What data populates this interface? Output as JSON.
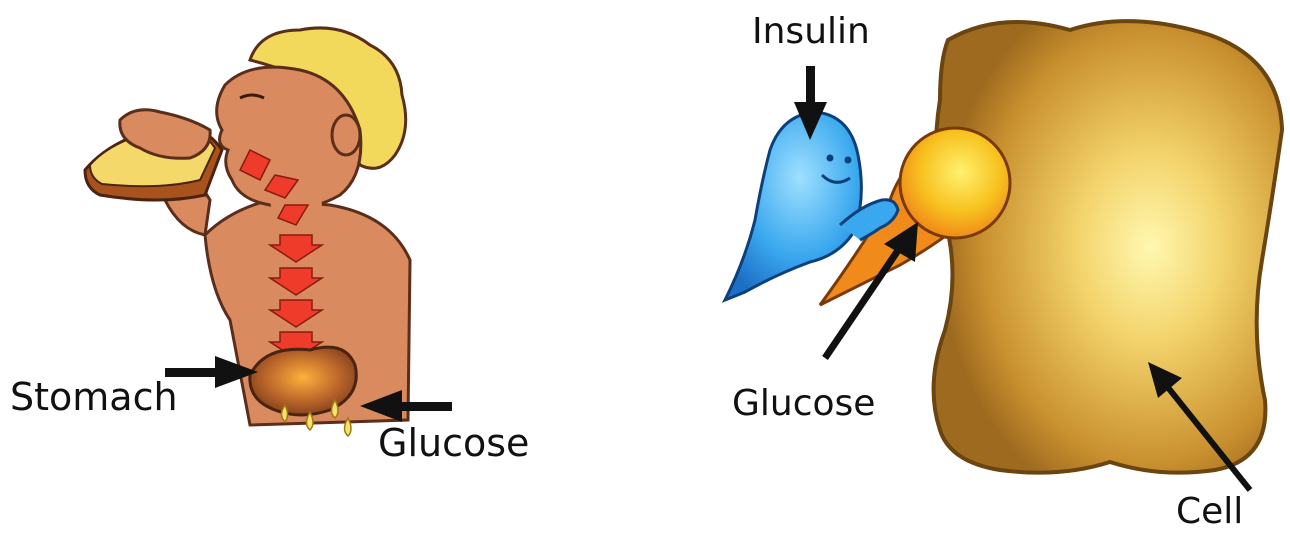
{
  "labels": {
    "stomach": "Stomach",
    "glucose_left": "Glucose",
    "insulin": "Insulin",
    "glucose_right": "Glucose",
    "cell": "Cell"
  },
  "colors": {
    "skin": "#d98a5e",
    "hair": "#f2d95c",
    "digest_arrow": "#ee3b2a",
    "insulin": "#3aa8ee",
    "glucose": "#f5a623",
    "cell": "#d9a437"
  }
}
